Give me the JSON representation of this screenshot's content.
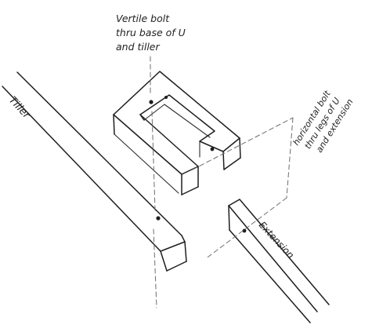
{
  "labels": {
    "vertical_bolt": [
      "Vertile bolt",
      "thru base of U",
      "and tiller"
    ],
    "horizontal_bolt": [
      "horizontal bolt",
      "thru legs of U",
      "and extension"
    ],
    "tiller": "Tiller",
    "extension": "Extension"
  },
  "colors": {
    "ink": "#1e1e1e",
    "guide": "#6e6e6e",
    "paper": "#ffffff"
  }
}
